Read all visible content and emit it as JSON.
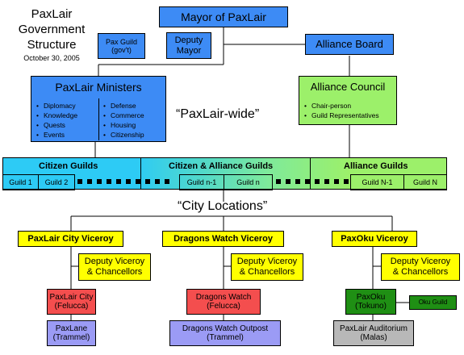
{
  "title": {
    "line1": "PaxLair",
    "line2": "Government",
    "line3": "Structure",
    "date": "October 30, 2005"
  },
  "mayor": "Mayor of PaxLair",
  "pax_guild": {
    "line1": "Pax Guild",
    "line2": "(gov't)"
  },
  "deputy_mayor": {
    "line1": "Deputy",
    "line2": "Mayor"
  },
  "alliance_board": "Alliance Board",
  "ministers": {
    "title": "PaxLair Ministers",
    "left_items": [
      "Diplomacy",
      "Knowledge",
      "Quests",
      "Events"
    ],
    "right_items": [
      "Defense",
      "Commerce",
      "Housing",
      "Citizenship"
    ]
  },
  "alliance_council": {
    "title": "Alliance Council",
    "items": [
      "Chair-person",
      "Guild Representatives"
    ]
  },
  "paxlair_wide": "“PaxLair-wide”",
  "guild_bar": {
    "citizen_guilds": "Citizen Guilds",
    "citizen_alliance_guilds": "Citizen & Alliance Guilds",
    "alliance_guilds": "Alliance Guilds",
    "guild1": "Guild 1",
    "guild2": "Guild 2",
    "guild_n1_left": "Guild n-1",
    "guild_n_left": "Guild n",
    "guild_N1": "Guild N-1",
    "guild_N": "Guild N"
  },
  "city_locations": "“City Locations”",
  "viceroys": {
    "paxlair": "PaxLair City Viceroy",
    "dragons": "Dragons Watch Viceroy",
    "paxoku": "PaxOku Viceroy"
  },
  "deputy_viceroy": {
    "line1": "Deputy Viceroy",
    "line2": "& Chancellors"
  },
  "cities": {
    "paxlair_city": {
      "line1": "PaxLair City",
      "line2": "(Felucca)"
    },
    "paxlane": {
      "line1": "PaxLane",
      "line2": "(Trammel)"
    },
    "dragons_watch": {
      "line1": "Dragons Watch",
      "line2": "(Felucca)"
    },
    "dragons_outpost": {
      "line1": "Dragons Watch Outpost",
      "line2": "(Trammel)"
    },
    "paxoku": {
      "line1": "PaxOku",
      "line2": "(Tokuno)"
    },
    "oku_guild": "Oku Guild",
    "auditorium": {
      "line1": "PaxLair Auditorium",
      "line2": "(Malas)"
    }
  },
  "colors": {
    "blue": "#3d8bf5",
    "light_green": "#9cf06a",
    "yellow": "#ffff00",
    "red": "#f44e4e",
    "lavender": "#9b9bf5",
    "dark_green": "#1f8f14",
    "gray": "#b8b8b8",
    "cyan": "#2dcbf5"
  }
}
